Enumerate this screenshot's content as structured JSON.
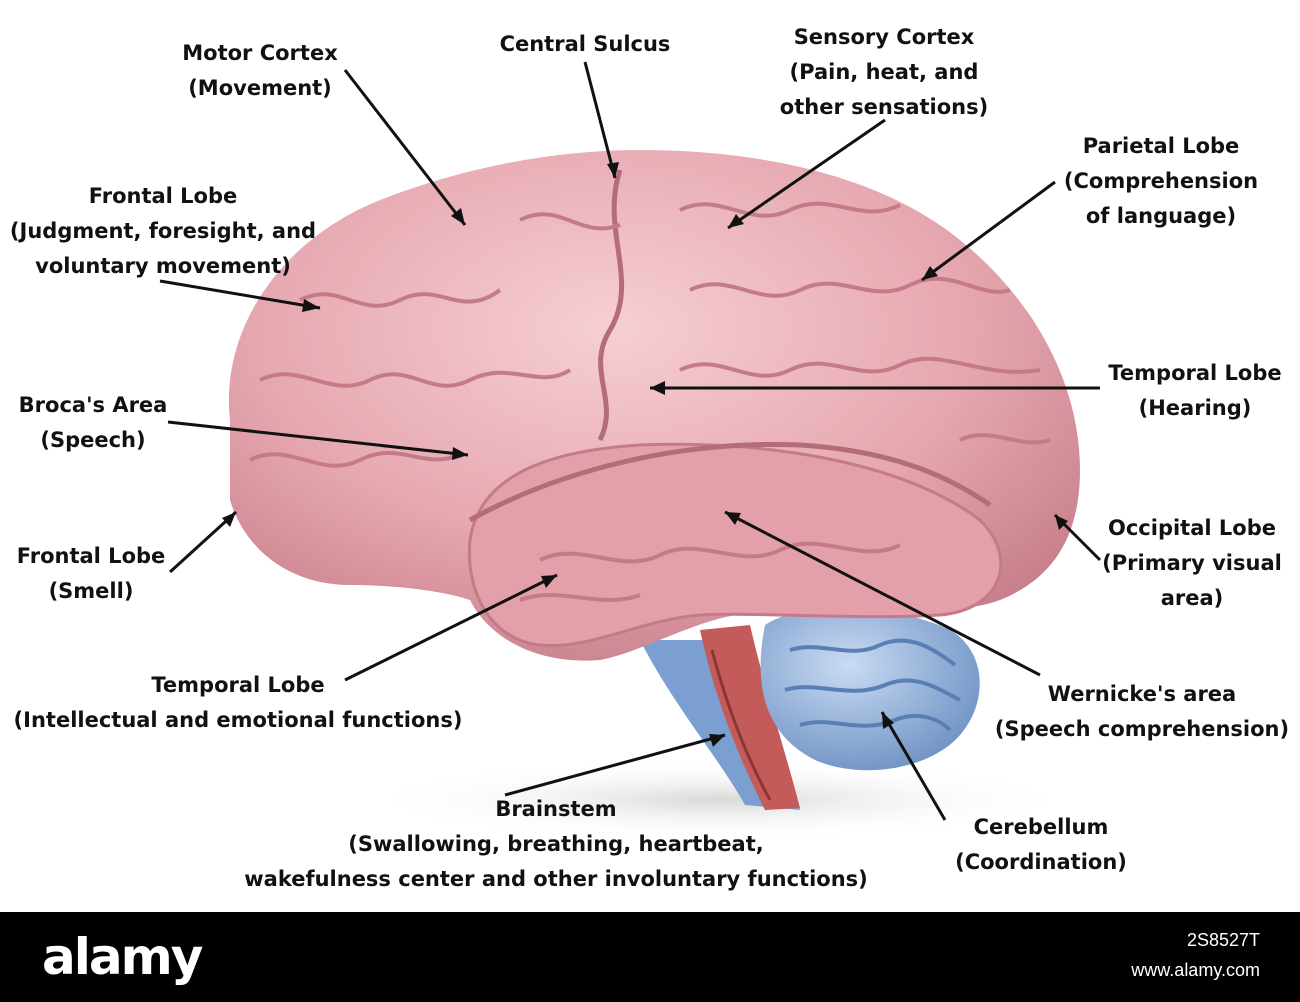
{
  "labels": {
    "motor_cortex": {
      "title": "Motor Cortex",
      "detail": "(Movement)"
    },
    "central_sulcus": {
      "title": "Central Sulcus"
    },
    "sensory_cortex": {
      "title": "Sensory Cortex",
      "detail1": "(Pain, heat, and",
      "detail2": "other sensations)"
    },
    "parietal_lobe": {
      "title": "Parietal Lobe",
      "detail1": "(Comprehension",
      "detail2": "of language)"
    },
    "frontal_lobe_judgment": {
      "title": "Frontal Lobe",
      "detail1": "(Judgment, foresight, and",
      "detail2": "voluntary movement)"
    },
    "temporal_lobe_hearing": {
      "title": "Temporal Lobe",
      "detail": "(Hearing)"
    },
    "brocas_area": {
      "title": "Broca's Area",
      "detail": "(Speech)"
    },
    "frontal_lobe_smell": {
      "title": "Frontal Lobe",
      "detail": "(Smell)"
    },
    "occipital_lobe": {
      "title": "Occipital Lobe",
      "detail1": "(Primary visual",
      "detail2": "area)"
    },
    "temporal_lobe_intellect": {
      "title": "Temporal Lobe",
      "detail": "(Intellectual and emotional functions)"
    },
    "wernickes_area": {
      "title": "Wernicke's area",
      "detail": "(Speech comprehension)"
    },
    "brainstem": {
      "title": "Brainstem",
      "detail1": "(Swallowing, breathing, heartbeat,",
      "detail2": "wakefulness center and other involuntary functions)"
    },
    "cerebellum": {
      "title": "Cerebellum",
      "detail": "(Coordination)"
    }
  },
  "footer": {
    "brand": "alamy",
    "image_id": "2S8527T",
    "url": "www.alamy.com"
  },
  "colors": {
    "cerebrum": "#e7a9b1",
    "cerebrum_shadow": "#c9808c",
    "cerebellum": "#8fb0dc",
    "brainstem": "#7a9fd0",
    "brainstem_artery": "#c45b5b",
    "text": "#111111",
    "footer_bg": "#000000"
  }
}
